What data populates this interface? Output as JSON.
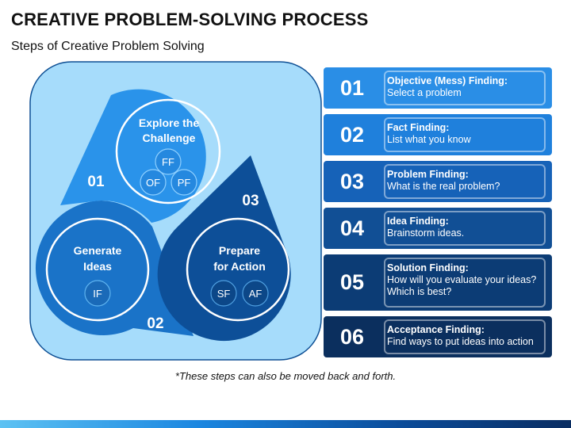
{
  "header": {
    "title": "CREATIVE PROBLEM-SOLVING PROCESS",
    "subtitle": "Steps of Creative Problem Solving"
  },
  "diagram": {
    "stage1": {
      "number": "01",
      "label_line1": "Explore the",
      "label_line2": "Challenge",
      "tags": [
        "FF",
        "OF",
        "PF"
      ]
    },
    "stage2": {
      "number": "02",
      "label_line1": "Generate",
      "label_line2": "Ideas",
      "tags": [
        "IF"
      ]
    },
    "stage3": {
      "number": "03",
      "label_line1": "Prepare",
      "label_line2": "for Action",
      "tags": [
        "SF",
        "AF"
      ]
    }
  },
  "steps": [
    {
      "num": "01",
      "title": "Objective (Mess) Finding:",
      "desc": [
        "Select a problem"
      ],
      "color": "#2a8ee6"
    },
    {
      "num": "02",
      "title": "Fact Finding:",
      "desc": [
        "List what you know"
      ],
      "color": "#1f80dc"
    },
    {
      "num": "03",
      "title": "Problem Finding:",
      "desc": [
        "What is the real problem?"
      ],
      "color": "#1662b8"
    },
    {
      "num": "04",
      "title": "Idea Finding:",
      "desc": [
        "Brainstorm ideas."
      ],
      "color": "#114f95"
    },
    {
      "num": "05",
      "title": "Solution Finding:",
      "desc": [
        "How will you evaluate your ideas?",
        "Which is best?"
      ],
      "color": "#0c3c75"
    },
    {
      "num": "06",
      "title": "Acceptance Finding:",
      "desc": [
        "Find ways to put ideas into action"
      ],
      "color": "#0b2f5e"
    }
  ],
  "footnote": "*These steps can also be moved back and forth.",
  "colors": {
    "background_panel": "#a6dcfb",
    "stage1": "#2a93ea",
    "stage2": "#1a73c8",
    "stage3": "#0d4f98"
  }
}
